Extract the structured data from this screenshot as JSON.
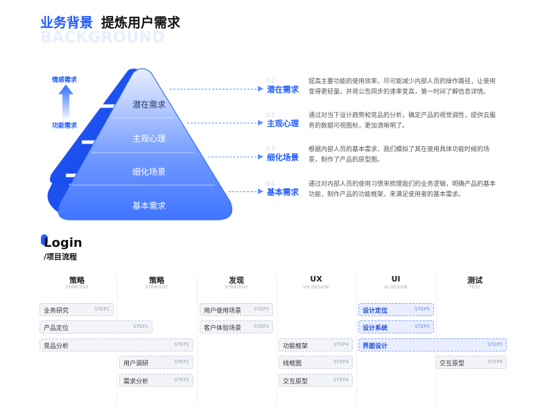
{
  "header": {
    "title_blue": "业务背景",
    "title_black": "提炼用户需求",
    "bg_text": "BACKGROUND"
  },
  "pyramid": {
    "layers": [
      "潜在需求",
      "主观心理",
      "细化场景",
      "基本需求"
    ],
    "arrow_top_label": "情感需求",
    "arrow_bottom_label": "功能需求"
  },
  "needs": [
    {
      "num": "01",
      "title": "潜在需求",
      "desc": "提高主要功能的使用效率，尽可能减少内部人员的操作路径，让使用变得更轻量。并将公告同步的速率变高，第一时间了解信息详情。"
    },
    {
      "num": "02",
      "title": "主观心理",
      "desc": "通过对当下设计趋势和竞品的分析，确定产品的视觉调性，提供云服务的数据可视图标，更加清晰明了。"
    },
    {
      "num": "03",
      "title": "细化场景",
      "desc": "根据内部人员的基本需求，我们模拟了其在使用具体功能时候的场景，制作了产品的原型图。"
    },
    {
      "num": "04",
      "title": "基本需求",
      "desc": "通过对内部人员的使用习惯来梳理我们的业务逻辑，明确产品的基本功能，制作产品的功能框架，来满足使用者的基本需求。"
    }
  ],
  "login": {
    "title": "Login",
    "subtitle": "/项目流程"
  },
  "columns": [
    {
      "title": "策略",
      "sub": "STRATEGY"
    },
    {
      "title": "策略",
      "sub": "STRATEGY"
    },
    {
      "title": "发现",
      "sub": "STRATEGY"
    },
    {
      "title": "UX",
      "sub": "UX DESIGN"
    },
    {
      "title": "UI",
      "sub": "UI DESIGN"
    },
    {
      "title": "测试",
      "sub": "TEST"
    }
  ],
  "chips": [
    {
      "label": "业务研究",
      "step": "STEP1",
      "highlight": false
    },
    {
      "label": "产品定位",
      "step": "STEP1",
      "highlight": false
    },
    {
      "label": "竞品分析",
      "step": "STEP1",
      "highlight": false
    },
    {
      "label": "用户调研",
      "step": "STEP2",
      "highlight": false
    },
    {
      "label": "需求分析",
      "step": "STEP2",
      "highlight": false
    },
    {
      "label": "用户使用场景",
      "step": "STEP3",
      "highlight": false
    },
    {
      "label": "客户体验场景",
      "step": "STEP3",
      "highlight": false
    },
    {
      "label": "功能框架",
      "step": "STEP4",
      "highlight": false
    },
    {
      "label": "线框图",
      "step": "STEP4",
      "highlight": false
    },
    {
      "label": "交互原型",
      "step": "STEP4",
      "highlight": false
    },
    {
      "label": "设计定位",
      "step": "STEP5",
      "highlight": true
    },
    {
      "label": "设计系统",
      "step": "STEP5",
      "highlight": true
    },
    {
      "label": "界面设计",
      "step": "STEP5",
      "highlight": true
    },
    {
      "label": "交互原型",
      "step": "STEP6",
      "highlight": false
    }
  ],
  "colors": {
    "accent": "#1f5cff",
    "chip_bg": "#f3f4f8",
    "chip_highlight_bg": "#e8eeff"
  }
}
